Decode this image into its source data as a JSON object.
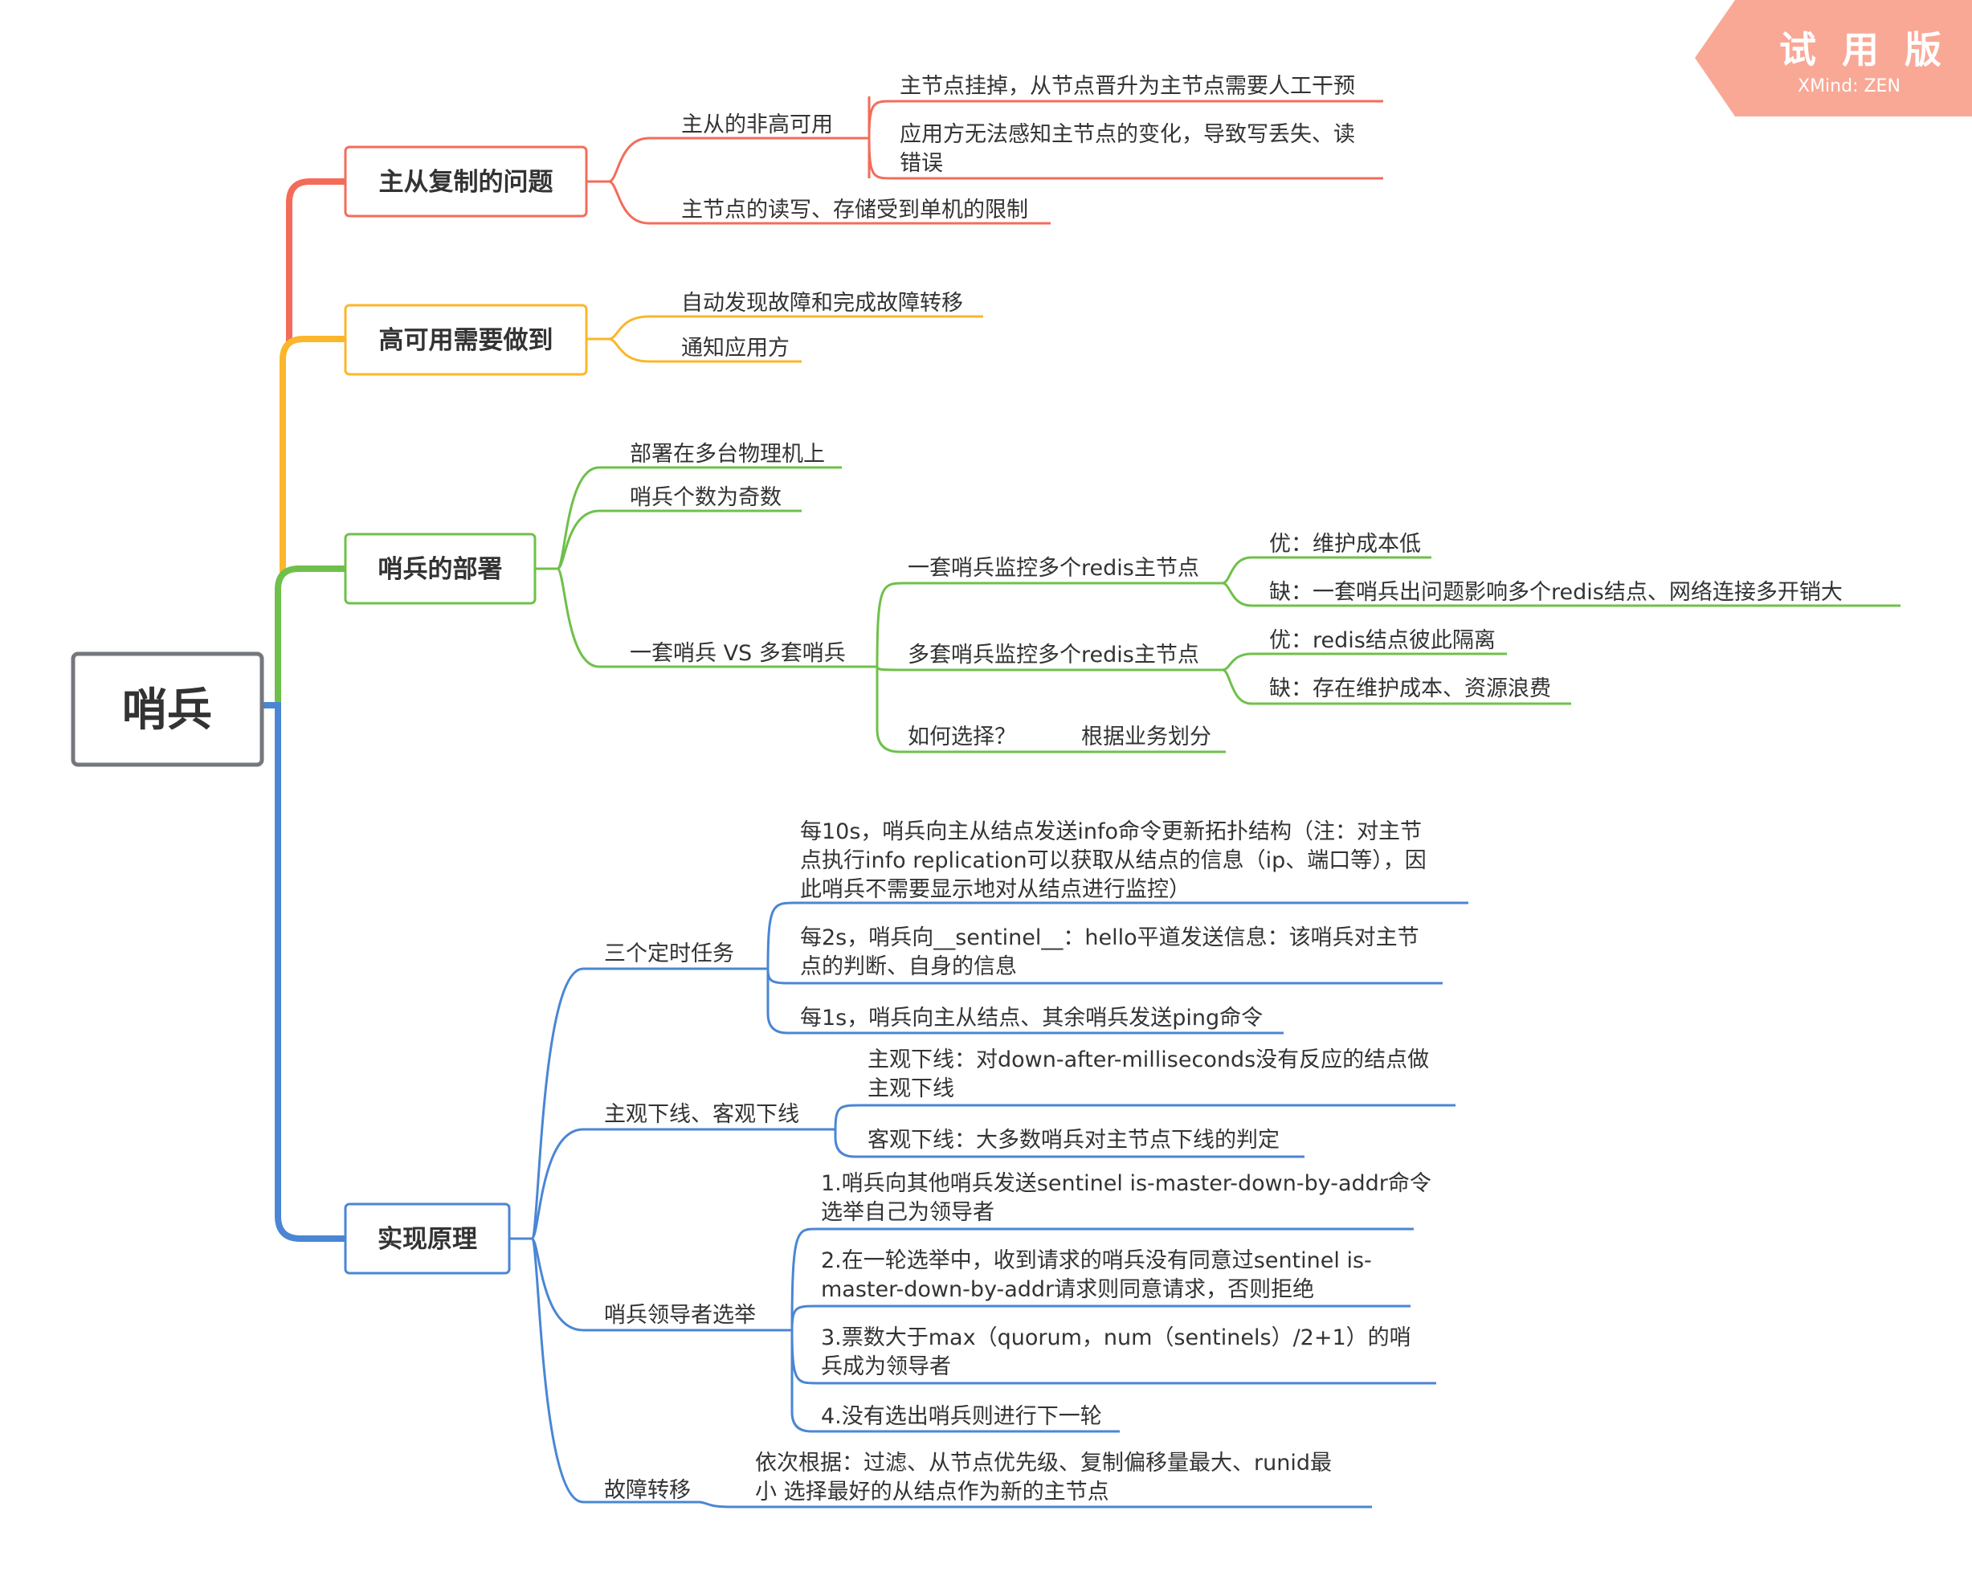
{
  "colors": {
    "root_border": "#74777e",
    "root_fill": "#ffffff",
    "badge_bg": "#f9a896",
    "text": "#333333"
  },
  "badge": {
    "title": "试 用 版",
    "subtitle": "XMind: ZEN",
    "icon": "trial-badge-icon"
  },
  "root": {
    "label": "哨兵"
  },
  "branches": [
    {
      "id": "b1",
      "label": "主从复制的问题",
      "color": "#f36c5a",
      "children": [
        {
          "id": "b1c1",
          "label": "主从的非高可用",
          "children": [
            {
              "id": "b1c1a",
              "lines": [
                "主节点挂掉，从节点晋升为主节点需要人工干预"
              ]
            },
            {
              "id": "b1c1b",
              "lines": [
                "应用方无法感知主节点的变化，导致写丢失、读",
                "错误"
              ]
            }
          ]
        },
        {
          "id": "b1c2",
          "label": "主节点的读写、存储受到单机的限制"
        }
      ]
    },
    {
      "id": "b2",
      "label": "高可用需要做到",
      "color": "#fbb62b",
      "children": [
        {
          "id": "b2c1",
          "label": "自动发现故障和完成故障转移"
        },
        {
          "id": "b2c2",
          "label": "通知应用方"
        }
      ]
    },
    {
      "id": "b3",
      "label": "哨兵的部署",
      "color": "#6fc04a",
      "children": [
        {
          "id": "b3c1",
          "label": "部署在多台物理机上"
        },
        {
          "id": "b3c2",
          "label": "哨兵个数为奇数"
        },
        {
          "id": "b3c3",
          "label": "一套哨兵 VS 多套哨兵",
          "children": [
            {
              "id": "b3c3a",
              "label": "一套哨兵监控多个redis主节点",
              "children": [
                {
                  "id": "b3c3a1",
                  "label": "优：维护成本低"
                },
                {
                  "id": "b3c3a2",
                  "label": "缺：一套哨兵出问题影响多个redis结点、网络连接多开销大"
                }
              ]
            },
            {
              "id": "b3c3b",
              "label": "多套哨兵监控多个redis主节点",
              "children": [
                {
                  "id": "b3c3b1",
                  "label": "优：redis结点彼此隔离"
                },
                {
                  "id": "b3c3b2",
                  "label": "缺：存在维护成本、资源浪费"
                }
              ]
            },
            {
              "id": "b3c3c",
              "label": "如何选择？",
              "children": [
                {
                  "id": "b3c3c1",
                  "label": "根据业务划分"
                }
              ]
            }
          ]
        }
      ]
    },
    {
      "id": "b4",
      "label": "实现原理",
      "color": "#4a86d4",
      "children": [
        {
          "id": "b4c1",
          "label": "三个定时任务",
          "children": [
            {
              "id": "b4c1a",
              "lines": [
                "每10s，哨兵向主从结点发送info命令更新拓扑结构（注：对主节",
                "点执行info replication可以获取从结点的信息（ip、端口等），因",
                "此哨兵不需要显示地对从结点进行监控）"
              ]
            },
            {
              "id": "b4c1b",
              "lines": [
                "每2s，哨兵向__sentinel__：hello平道发送信息：该哨兵对主节",
                "点的判断、自身的信息"
              ]
            },
            {
              "id": "b4c1c",
              "lines": [
                "每1s，哨兵向主从结点、其余哨兵发送ping命令"
              ]
            }
          ]
        },
        {
          "id": "b4c2",
          "label": "主观下线、客观下线",
          "children": [
            {
              "id": "b4c2a",
              "lines": [
                "主观下线：对down-after-milliseconds没有反应的结点做",
                "主观下线"
              ]
            },
            {
              "id": "b4c2b",
              "lines": [
                "客观下线：大多数哨兵对主节点下线的判定"
              ]
            }
          ]
        },
        {
          "id": "b4c3",
          "label": "哨兵领导者选举",
          "children": [
            {
              "id": "b4c3a",
              "lines": [
                "1.哨兵向其他哨兵发送sentinel is-master-down-by-addr命令",
                "选举自己为领导者"
              ]
            },
            {
              "id": "b4c3b",
              "lines": [
                "2.在一轮选举中，收到请求的哨兵没有同意过sentinel is-",
                "master-down-by-addr请求则同意请求，否则拒绝"
              ]
            },
            {
              "id": "b4c3c",
              "lines": [
                "3.票数大于max（quorum，num（sentinels）/2+1）的哨",
                "兵成为领导者"
              ]
            },
            {
              "id": "b4c3d",
              "lines": [
                "4.没有选出哨兵则进行下一轮"
              ]
            }
          ]
        },
        {
          "id": "b4c4",
          "label": "故障转移",
          "children": [
            {
              "id": "b4c4a",
              "lines": [
                "依次根据：过滤、从节点优先级、复制偏移量最大、runid最",
                "小 选择最好的从结点作为新的主节点"
              ]
            }
          ]
        }
      ]
    }
  ]
}
